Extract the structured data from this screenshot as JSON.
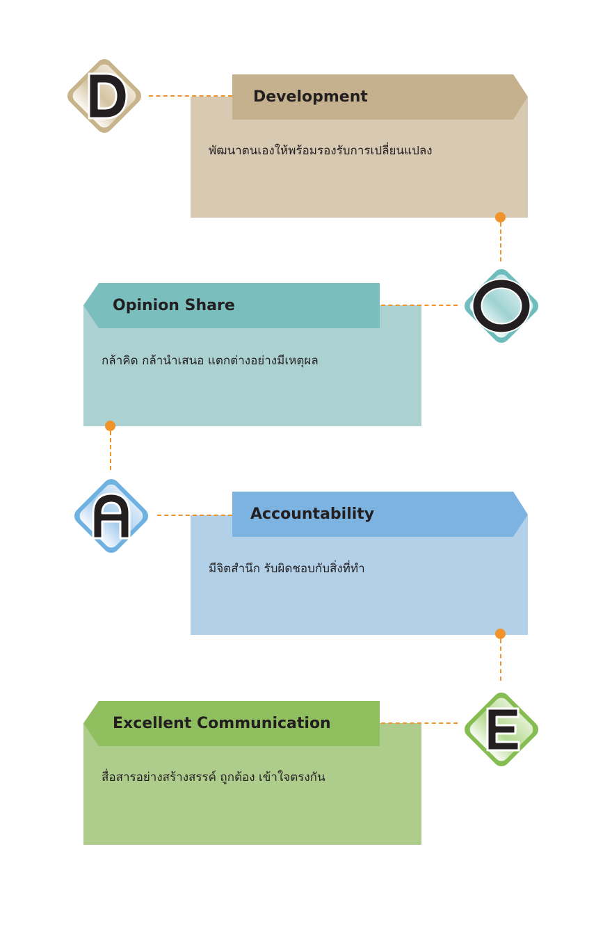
{
  "items": [
    {
      "letter": "D",
      "title": "Development",
      "description": "พัฒนาตนเองให้พร้อมรองรับการเปลี่ยนแปลง",
      "colors": {
        "tab": "#c5b18d",
        "body": "#d8c9b2",
        "badge": "#c8b48a",
        "badge_light": "#efe6d6"
      }
    },
    {
      "letter": "O",
      "title": "Opinion Share",
      "description": "กล้าคิด กล้านำเสนอ แตกต่างอย่างมีเหตุผล",
      "colors": {
        "tab": "#7abfbe",
        "body": "#acd1d1",
        "badge": "#6fbcbd",
        "badge_light": "#d8eeee"
      }
    },
    {
      "letter": "A",
      "title": "Accountability",
      "description": "มีจิตสำนึก รับผิดชอบกับสิ่งที่ทำ",
      "colors": {
        "tab": "#7db3e0",
        "body": "#b3d0e9",
        "badge": "#6fb2e2",
        "badge_light": "#dcebf8"
      }
    },
    {
      "letter": "E",
      "title": "Excellent Communication",
      "description": "สื่อสารอย่างสร้างสรรค์ ถูกต้อง เข้าใจตรงกัน",
      "colors": {
        "tab": "#8fbf5e",
        "body": "#aecd8d",
        "badge": "#85bd52",
        "badge_light": "#e2f0d2"
      }
    }
  ],
  "connector_color": "#f0932b"
}
